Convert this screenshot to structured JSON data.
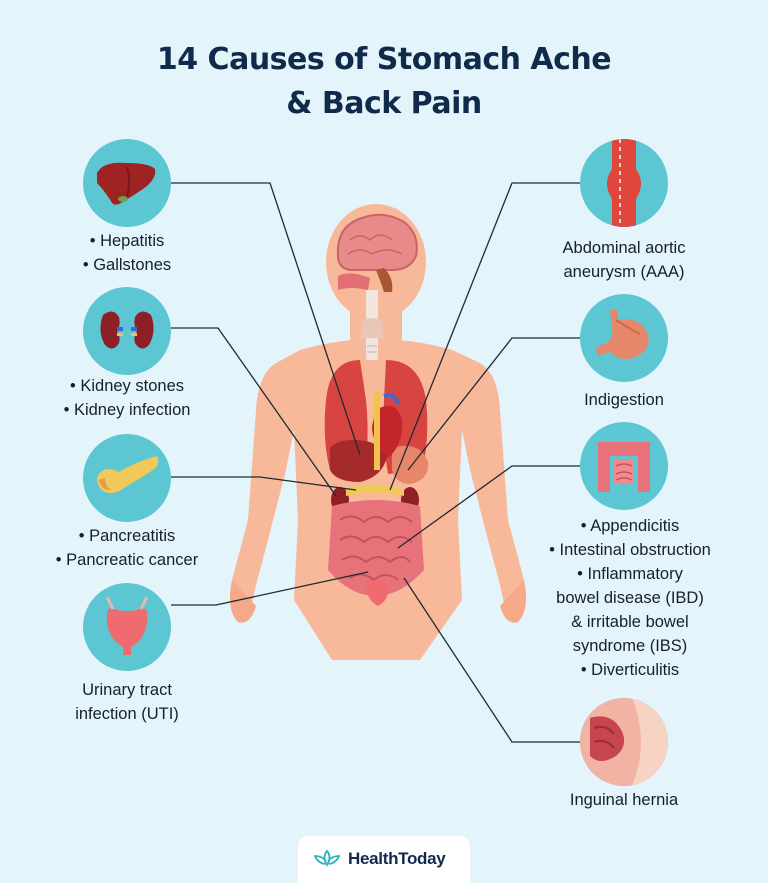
{
  "title": {
    "line1": "14 Causes of Stomach Ache",
    "line2": "& Back Pain"
  },
  "colors": {
    "background": "#e4f4fb",
    "circle": "#5cc7d2",
    "skin": "#f8b89a",
    "title": "#0f2a4a",
    "organ_red": "#d8443f"
  },
  "left_items": [
    {
      "icon": "liver-icon",
      "lines": [
        "Hepatitis",
        "Gallstones"
      ],
      "bulleted": true
    },
    {
      "icon": "kidney-icon",
      "lines": [
        "Kidney stones",
        "Kidney infection"
      ],
      "bulleted": true
    },
    {
      "icon": "pancreas-icon",
      "lines": [
        "Pancreatitis",
        "Pancreatic cancer"
      ],
      "bulleted": true
    },
    {
      "icon": "bladder-icon",
      "lines": [
        "Urinary tract",
        "infection (UTI)"
      ],
      "bulleted": false
    }
  ],
  "right_items": [
    {
      "icon": "aorta-icon",
      "lines": [
        "Abdominal aortic",
        "aneurysm (AAA)"
      ]
    },
    {
      "icon": "stomach-icon",
      "lines": [
        "Indigestion"
      ]
    },
    {
      "icon": "intestine-icon",
      "lines": [
        "• Appendicitis",
        "• Intestinal obstruction",
        "• Inflammatory",
        "bowel disease (IBD)",
        "& irritable bowel",
        "syndrome (IBS)",
        "• Diverticulitis"
      ]
    },
    {
      "icon": "hernia-icon",
      "lines": [
        "Inguinal hernia"
      ]
    }
  ],
  "brand": {
    "name": "HealthToday",
    "icon": "lotus-icon"
  }
}
